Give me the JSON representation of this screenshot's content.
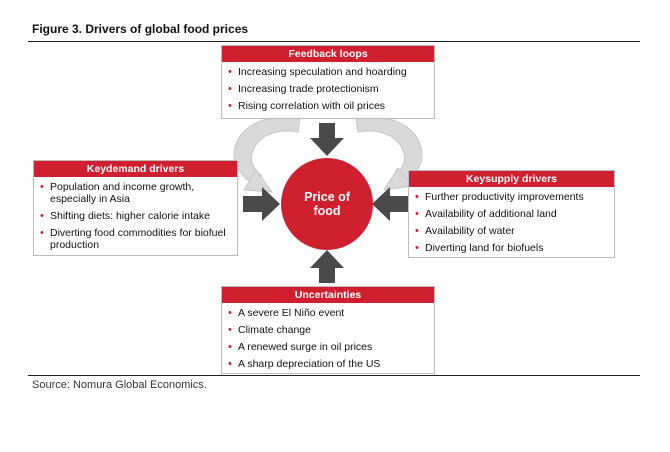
{
  "figure_title": "Figure 3. Drivers of global food prices",
  "source": "Source: Nomura Global Economics.",
  "center": {
    "label": "Price of food"
  },
  "boxes": {
    "feedback": {
      "title": "Feedback loops",
      "items": [
        "Increasing speculation and hoarding",
        "Increasing trade protectionism",
        "Rising correlation with oil prices"
      ]
    },
    "demand": {
      "title": "Keydemand drivers",
      "items": [
        "Population and income growth, especially in Asia",
        "Shifting diets: higher calorie intake",
        "Diverting food commodities for biofuel production"
      ]
    },
    "supply": {
      "title": "Keysupply drivers",
      "items": [
        "Further productivity improvements",
        "Availability of additional land",
        "Availability of water",
        "Diverting land for biofuels"
      ]
    },
    "uncertainties": {
      "title": "Uncertainties",
      "items": [
        "A severe El Niño event",
        "Climate change",
        "A renewed surge in oil prices",
        "A sharp depreciation of the US"
      ]
    }
  },
  "colors": {
    "accent": "#d0202f",
    "arrow": "#4a4a4a",
    "loop": "#d9d9d9"
  }
}
